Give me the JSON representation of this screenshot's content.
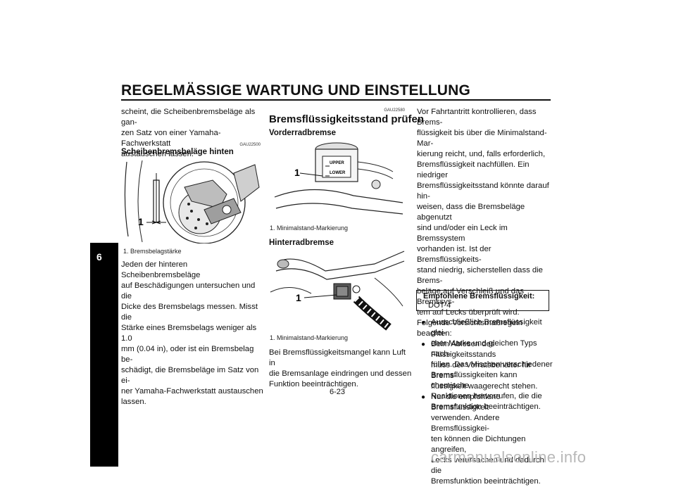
{
  "header": {
    "title": "REGELMÄSSIGE WARTUNG UND EINSTELLUNG"
  },
  "chapter_tab": "6",
  "col1": {
    "intro_lines": [
      "scheint, die Scheibenbremsbeläge als gan-",
      "zen Satz von einer Yamaha-Fachwerkstatt",
      "austauschen lassen."
    ],
    "code": "GAU22500",
    "heading": "Scheibenbremsbeläge hinten",
    "figure_callout": "1",
    "caption": "1.  Bremsbelagstärke",
    "body_lines": [
      "Jeden der hinteren Scheibenbremsbeläge",
      "auf Beschädigungen untersuchen und die",
      "Dicke des Bremsbelags messen. Misst die",
      "Stärke eines Bremsbelags weniger als 1.0",
      "mm (0.04 in), oder ist ein Bremsbelag be-",
      "schädigt, die Bremsbeläge im Satz von ei-",
      "ner Yamaha-Fachwerkstatt austauschen",
      "lassen."
    ]
  },
  "col2": {
    "code": "GAU22580",
    "heading": "Bremsflüssigkeitsstand prüfen",
    "front_heading": "Vorderradbremse",
    "front_callout": "1",
    "front_reservoir_upper": "UPPER",
    "front_reservoir_lower": "LOWER",
    "front_caption": "1.  Minimalstand-Markierung",
    "rear_heading": "Hinterradbremse",
    "rear_callout": "1",
    "rear_caption": "1.  Minimalstand-Markierung",
    "body_lines": [
      "Bei Bremsflüssigkeitsmangel kann Luft in",
      "die Bremsanlage eindringen und dessen",
      "Funktion beeinträchtigen."
    ]
  },
  "col3": {
    "intro_lines": [
      "Vor Fahrtantritt kontrollieren, dass Brems-",
      "flüssigkeit bis über die Minimalstand-Mar-",
      "kierung reicht, und, falls erforderlich,",
      "Bremsflüssigkeit nachfüllen. Ein niedriger",
      "Bremsflüssigkeitsstand könnte darauf hin-",
      "weisen, dass die Bremsbeläge abgenutzt",
      "sind und/oder ein Leck im Bremssystem",
      "vorhanden ist. Ist der Bremsflüssigkeits-",
      "stand niedrig, sicherstellen dass die Brems-",
      "beläge auf Verschleiß und das Bremssys-",
      "tem auf Lecks überprüft wird.",
      "Folgende Vorsichtsmaßregeln beachten:"
    ],
    "bullet_symbol": "●",
    "bullet1": [
      "Beim Ablesen des Flüssigkeitsstands",
      "muss der Vorratsbehälter für Brems-",
      "flüssigkeit waagerecht stehen."
    ],
    "bullet2": [
      "Nur die empfohlene Bremsflüssigkeit",
      "verwenden. Andere Bremsflüssigkei-",
      "ten können die Dichtungen angreifen,",
      "Lecks verursachen und dadurch die",
      "Bremsfunktion beeinträchtigen."
    ],
    "box_label": "Empfohlene Bremsflüssigkeit:",
    "box_value": "DOT 4",
    "bullet3": [
      "Ausschließlich Bremsflüssigkeit glei-",
      "cher Marke und gleichen Typs nach-",
      "füllen. Das Mischen verschiedener",
      "Bremsflüssigkeiten kann chemische",
      "Reaktionen hervorrufen, die die",
      "Bremsfunktion beeinträchtigen."
    ]
  },
  "footer": {
    "page_number": "6-23"
  },
  "watermark": "carmanualsonline.info"
}
